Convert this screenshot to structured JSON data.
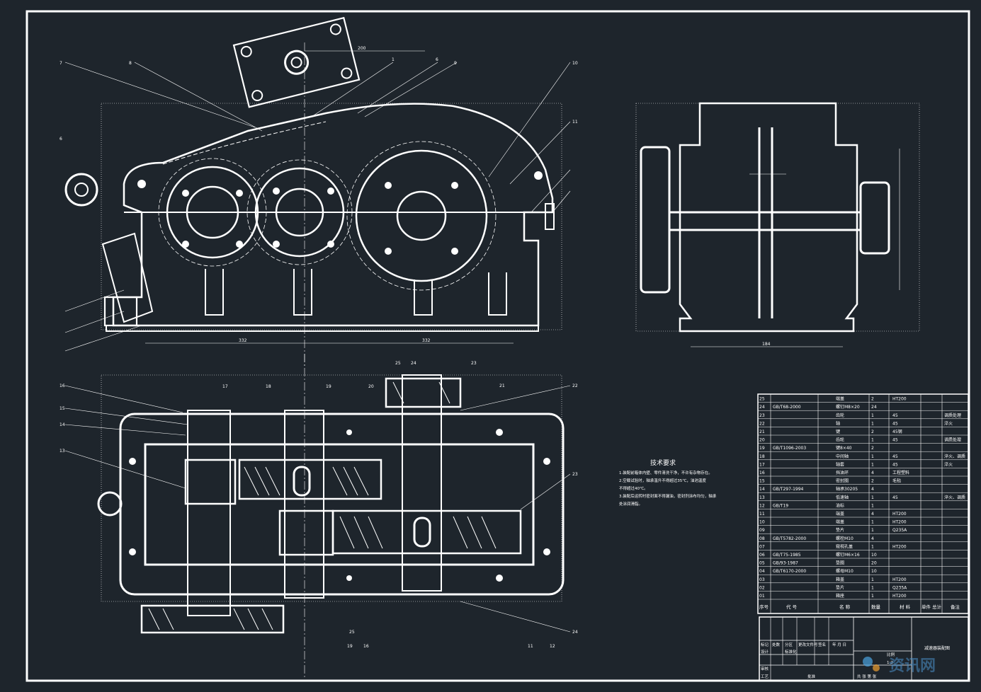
{
  "drawing": {
    "background": "#1e252c",
    "line_color": "#ffffff",
    "front_view_labels": [
      "7",
      "8",
      "1",
      "6",
      "9",
      "10",
      "11",
      "6"
    ],
    "front_dims": [
      "200",
      "332",
      "332"
    ],
    "side_dims": [
      "184"
    ],
    "plan_labels": [
      "16",
      "15",
      "14",
      "13",
      "17",
      "18",
      "19",
      "20",
      "25",
      "24",
      "23",
      "22",
      "21",
      "23",
      "25",
      "19",
      "16",
      "11",
      "12",
      "24"
    ]
  },
  "tech_notes": {
    "title": "技术要求",
    "lines": [
      "1.装配前箱体内壁、零件清洗干净，不许有杂物存在。",
      "2.空载试验时，轴承温升不得超过35℃，油池温度",
      "不得超过40℃。",
      "3.装配后运转时密封面不得漏油，密封剂涂布均匀，轴承",
      "处涂润滑脂。"
    ]
  },
  "bom": {
    "rows": [
      {
        "no": "25",
        "code": "",
        "name": "端盖",
        "qty": "2",
        "mat": "HT200",
        "note": ""
      },
      {
        "no": "24",
        "code": "GB/T68-2000",
        "name": "螺钉M8×20",
        "qty": "24",
        "mat": "",
        "note": ""
      },
      {
        "no": "23",
        "code": "",
        "name": "齿轮",
        "qty": "1",
        "mat": "45",
        "note": "调质处理"
      },
      {
        "no": "22",
        "code": "",
        "name": "轴",
        "qty": "1",
        "mat": "45",
        "note": "淬火"
      },
      {
        "no": "21",
        "code": "",
        "name": "键",
        "qty": "2",
        "mat": "45钢",
        "note": ""
      },
      {
        "no": "20",
        "code": "",
        "name": "齿轮",
        "qty": "1",
        "mat": "45",
        "note": "调质处理"
      },
      {
        "no": "19",
        "code": "GB/T1096-2003",
        "name": "键8×40",
        "qty": "2",
        "mat": "",
        "note": ""
      },
      {
        "no": "18",
        "code": "",
        "name": "中间轴",
        "qty": "1",
        "mat": "45",
        "note": "淬火、调质"
      },
      {
        "no": "17",
        "code": "",
        "name": "轴套",
        "qty": "1",
        "mat": "45",
        "note": "淬火"
      },
      {
        "no": "16",
        "code": "",
        "name": "挡油环",
        "qty": "4",
        "mat": "工程塑料",
        "note": ""
      },
      {
        "no": "15",
        "code": "",
        "name": "密封圈",
        "qty": "2",
        "mat": "毛毡",
        "note": ""
      },
      {
        "no": "14",
        "code": "GB/T297-1994",
        "name": "轴承30205",
        "qty": "4",
        "mat": "",
        "note": ""
      },
      {
        "no": "13",
        "code": "",
        "name": "低速轴",
        "qty": "1",
        "mat": "45",
        "note": "淬火、调质"
      },
      {
        "no": "12",
        "code": "GB/T19",
        "name": "油标",
        "qty": "1",
        "mat": "",
        "note": ""
      },
      {
        "no": "11",
        "code": "",
        "name": "端盖",
        "qty": "4",
        "mat": "HT200",
        "note": ""
      },
      {
        "no": "10",
        "code": "",
        "name": "端盖",
        "qty": "1",
        "mat": "HT200",
        "note": ""
      },
      {
        "no": "09",
        "code": "",
        "name": "垫片",
        "qty": "1",
        "mat": "Q235A",
        "note": ""
      },
      {
        "no": "08",
        "code": "GB/T5782-2000",
        "name": "螺栓M10",
        "qty": "4",
        "mat": "",
        "note": ""
      },
      {
        "no": "07",
        "code": "",
        "name": "窥视孔盖",
        "qty": "1",
        "mat": "HT200",
        "note": ""
      },
      {
        "no": "06",
        "code": "GB/T75-1985",
        "name": "螺钉M6×16",
        "qty": "10",
        "mat": "",
        "note": ""
      },
      {
        "no": "05",
        "code": "GB/93-1987",
        "name": "垫圈",
        "qty": "20",
        "mat": "",
        "note": ""
      },
      {
        "no": "04",
        "code": "GB/T6170-2000",
        "name": "螺母M10",
        "qty": "10",
        "mat": "",
        "note": ""
      },
      {
        "no": "03",
        "code": "",
        "name": "箱盖",
        "qty": "1",
        "mat": "HT200",
        "note": ""
      },
      {
        "no": "02",
        "code": "",
        "name": "垫片",
        "qty": "1",
        "mat": "Q235A",
        "note": ""
      },
      {
        "no": "01",
        "code": "",
        "name": "箱座",
        "qty": "1",
        "mat": "HT200",
        "note": ""
      }
    ],
    "header": {
      "no": "序号",
      "code": "代 号",
      "name": "名 称",
      "qty": "数量",
      "mat": "材 料",
      "weight": "单件 总计",
      "note": "备注"
    }
  },
  "title_block": {
    "drawing_title": "减速器装配图",
    "rows_left": [
      "标记",
      "设计",
      "审核",
      "工艺"
    ],
    "cols": [
      "处数",
      "分区",
      "更改文件号",
      "签名",
      "年 月 日"
    ],
    "std": "标准化",
    "approve": "批准",
    "scale_label": "比例",
    "scale": "1:2",
    "sheet": "共 张 第 张"
  },
  "watermark": "资讯网"
}
